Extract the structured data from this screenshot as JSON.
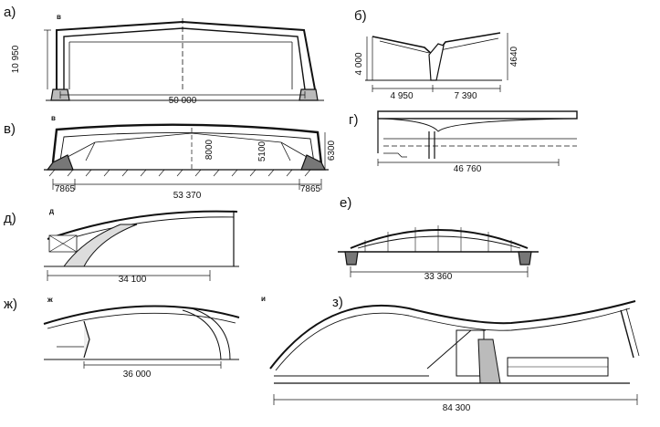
{
  "panels": {
    "a": {
      "label": "а)",
      "sublabel": "в",
      "height": "10 950",
      "span": "50 000"
    },
    "b": {
      "label": "б)",
      "height_left": "4 000",
      "height_right": "4640",
      "span_left": "4 950",
      "span_right": "7 390"
    },
    "v": {
      "label": "в)",
      "sublabel": "в",
      "span_left": "7865",
      "span_main": "53 370",
      "span_right": "7865",
      "h_mid": "8000",
      "h_inner": "5100",
      "h_right": "6300"
    },
    "g": {
      "label": "г)",
      "span": "46 760"
    },
    "d": {
      "label": "д)",
      "sublabel": "д",
      "span": "34 100"
    },
    "e": {
      "label": "е)",
      "span": "33 360"
    },
    "zh": {
      "label": "ж)",
      "sublabel": "ж",
      "span": "36 000"
    },
    "z": {
      "label": "з)",
      "sublabel": "и",
      "span": "84 300"
    }
  },
  "colors": {
    "ink": "#111111",
    "paper": "#ffffff"
  }
}
